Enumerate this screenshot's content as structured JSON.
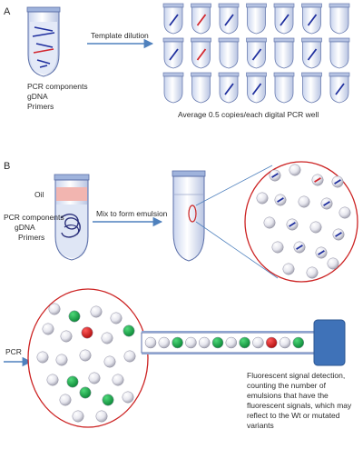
{
  "panel_a": {
    "label": "A",
    "arrow_label": "Template dilution",
    "tube_labels": [
      "PCR components",
      "gDNA",
      "Primers"
    ],
    "caption": "Average 0.5 copies/each digital PCR well"
  },
  "panel_b": {
    "label": "B",
    "oil_label": "Oil",
    "tube_labels": [
      "PCR components",
      "gDNA",
      "Primers"
    ],
    "mix_label": "Mix to form emulsion",
    "pcr_label": "PCR",
    "detection_text": [
      "Fluorescent signal detection,",
      "counting the number of",
      "emulsions that have the",
      "fluorescent signals, which may",
      "reflect to the Wt or mutated",
      "variants"
    ]
  },
  "colors": {
    "arrow": "#4f81bd",
    "dna_blue": "#1f2f9e",
    "dna_red": "#d2262e",
    "oil": "#f2b5b0",
    "green_droplet": "#1aa74a",
    "red_droplet": "#d81e1e",
    "circle_outline": "#cc2222",
    "detector": "#3f72b8"
  }
}
